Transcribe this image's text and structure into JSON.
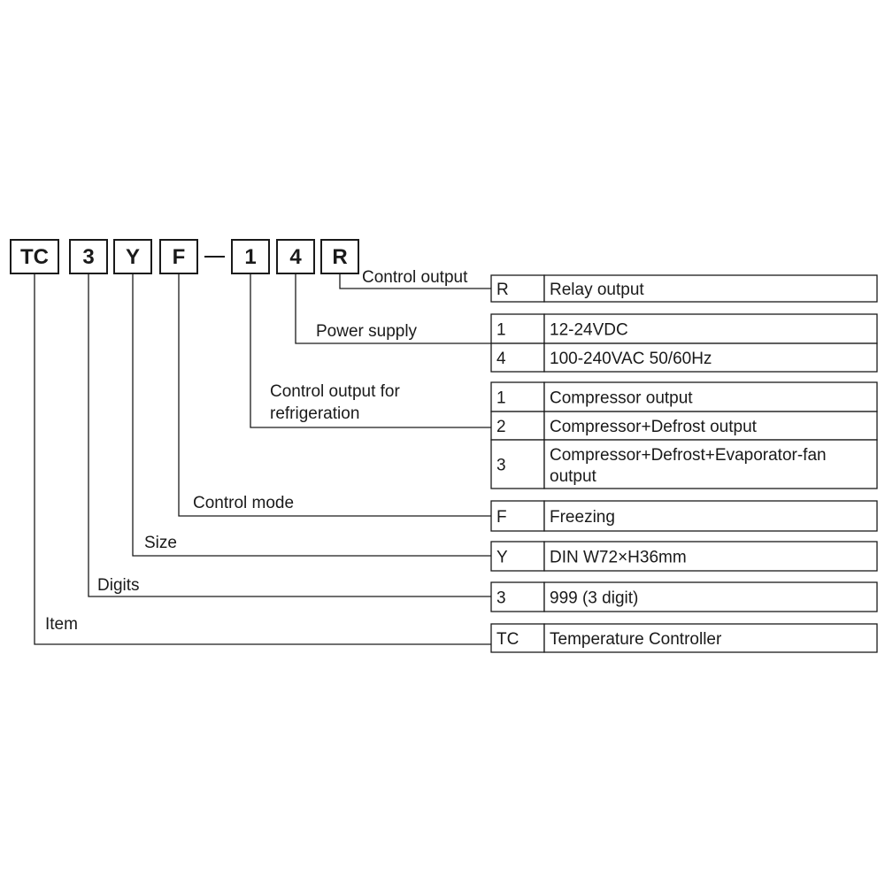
{
  "code": {
    "segments": [
      {
        "text": "TC"
      },
      {
        "text": "3"
      },
      {
        "text": "Y"
      },
      {
        "text": "F"
      },
      {
        "text": "1"
      },
      {
        "text": "4"
      },
      {
        "text": "R"
      }
    ],
    "dash": "—"
  },
  "groups": [
    {
      "id": "control-output",
      "label": [
        "Control output"
      ],
      "segment": 6,
      "rows": [
        {
          "code": "R",
          "desc": [
            "Relay output"
          ]
        }
      ]
    },
    {
      "id": "power-supply",
      "label": [
        "Power supply"
      ],
      "segment": 5,
      "rows": [
        {
          "code": "1",
          "desc": [
            "12-24VDC"
          ]
        },
        {
          "code": "4",
          "desc": [
            "100-240VAC 50/60Hz"
          ]
        }
      ]
    },
    {
      "id": "refrigeration-output",
      "label": [
        "Control output for",
        "refrigeration"
      ],
      "segment": 4,
      "rows": [
        {
          "code": "1",
          "desc": [
            "Compressor output"
          ]
        },
        {
          "code": "2",
          "desc": [
            "Compressor+Defrost output"
          ]
        },
        {
          "code": "3",
          "desc": [
            "Compressor+Defrost+Evaporator-fan",
            "output"
          ]
        }
      ]
    },
    {
      "id": "control-mode",
      "label": [
        "Control mode"
      ],
      "segment": 3,
      "rows": [
        {
          "code": "F",
          "desc": [
            "Freezing"
          ]
        }
      ]
    },
    {
      "id": "size",
      "label": [
        "Size"
      ],
      "segment": 2,
      "rows": [
        {
          "code": "Y",
          "desc": [
            "DIN W72×H36mm"
          ]
        }
      ]
    },
    {
      "id": "digits",
      "label": [
        "Digits"
      ],
      "segment": 1,
      "rows": [
        {
          "code": "3",
          "desc": [
            "999 (3 digit)"
          ]
        }
      ]
    },
    {
      "id": "item",
      "label": [
        "Item"
      ],
      "segment": 0,
      "rows": [
        {
          "code": "TC",
          "desc": [
            "Temperature Controller"
          ]
        }
      ]
    }
  ]
}
